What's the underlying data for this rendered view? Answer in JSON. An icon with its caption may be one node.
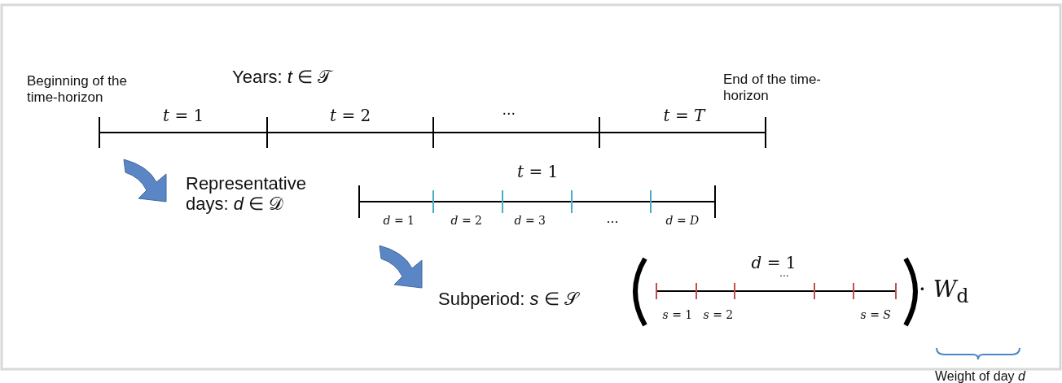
{
  "diagram": {
    "labels": [
      "Years: *t* ∈ 𝒯",
      "Beginning of the time-horizon",
      "End of the time-horizon",
      "*t* = 1",
      "*t* = 2",
      "...",
      "*t* = *T*",
      "Representative days: *d* ∈ 𝒟",
      "*t* = 1",
      "*d* = 1",
      "*d* = 2",
      "*d* = 3",
      "...",
      "*d* = *D*",
      "Subperiod: *s* ∈ 𝒮",
      "*d* = 1",
      "...",
      "*s* = 1",
      "*s* = 2",
      "*s* = *S*",
      "· *W*$_{d}$",
      "Weight of day *d*"
    ]
  }
}
